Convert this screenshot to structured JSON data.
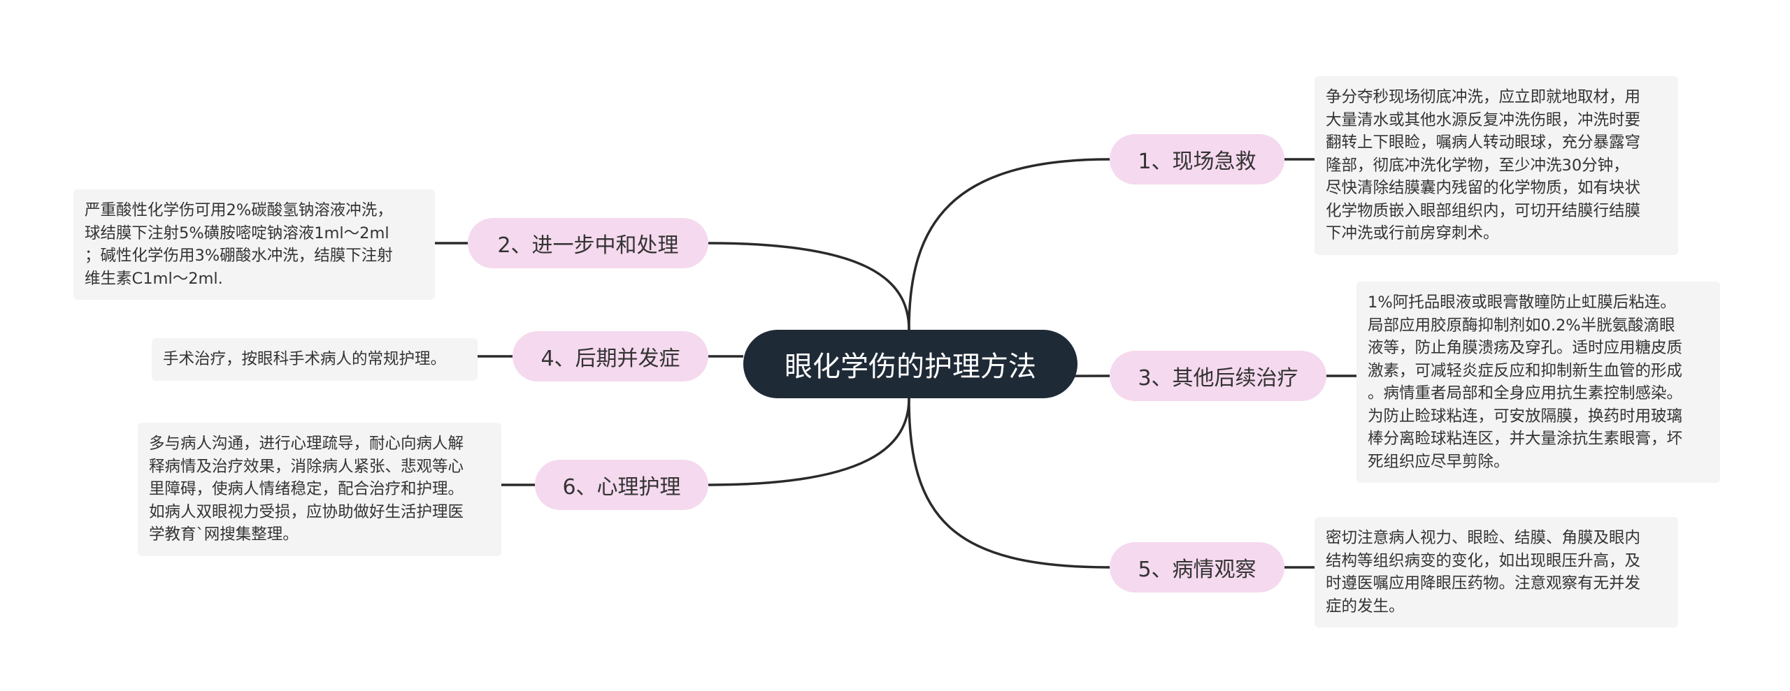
{
  "title": "眼化学伤的护理方法",
  "colors": {
    "root_bg": "#1f2a37",
    "branch_bg": "#f5d9ee",
    "note_bg": "#f4f4f4",
    "line": "#2a2a2a"
  },
  "branches": [
    {
      "label": "1、现场急救",
      "note": [
        "争分夺秒现场彻底冲洗，应立即就地取材，用",
        "大量清水或其他水源反复冲洗伤眼，冲洗时要",
        "翻转上下眼睑，嘱病人转动眼球，充分暴露穹",
        "隆部，彻底冲洗化学物，至少冲洗30分钟，",
        "尽快清除结膜囊内残留的化学物质，如有块状",
        "化学物质嵌入眼部组织内，可切开结膜行结膜",
        "下冲洗或行前房穿刺术。"
      ]
    },
    {
      "label": "2、进一步中和处理",
      "note": [
        "严重酸性化学伤可用2%碳酸氢钠溶液冲洗，",
        "球结膜下注射5%磺胺嘧啶钠溶液1ml～2ml",
        "；碱性化学伤用3%硼酸水冲洗，结膜下注射",
        "维生素C1ml～2ml."
      ]
    },
    {
      "label": "3、其他后续治疗",
      "note": [
        "1%阿托品眼液或眼膏散瞳防止虹膜后粘连。",
        "局部应用胶原酶抑制剂如0.2%半胱氨酸滴眼",
        "液等，防止角膜溃疡及穿孔。适时应用糖皮质",
        "激素，可减轻炎症反应和抑制新生血管的形成",
        "。病情重者局部和全身应用抗生素控制感染。",
        "为防止睑球粘连，可安放隔膜，换药时用玻璃",
        "棒分离睑球粘连区，并大量涂抗生素眼膏，坏",
        "死组织应尽早剪除。"
      ]
    },
    {
      "label": "4、后期并发症",
      "note": [
        "手术治疗，按眼科手术病人的常规护理。"
      ]
    },
    {
      "label": "5、病情观察",
      "note": [
        "密切注意病人视力、眼睑、结膜、角膜及眼内",
        "结构等组织病变的变化，如出现眼压升高，及",
        "时遵医嘱应用降眼压药物。注意观察有无并发",
        "症的发生。"
      ]
    },
    {
      "label": "6、心理护理",
      "note": [
        "多与病人沟通，进行心理疏导，耐心向病人解",
        "释病情及治疗效果，消除病人紧张、悲观等心",
        "里障碍，使病人情绪稳定，配合治疗和护理。",
        "如病人双眼视力受损，应协助做好生活护理医",
        "学教育`网搜集整理。"
      ]
    }
  ]
}
